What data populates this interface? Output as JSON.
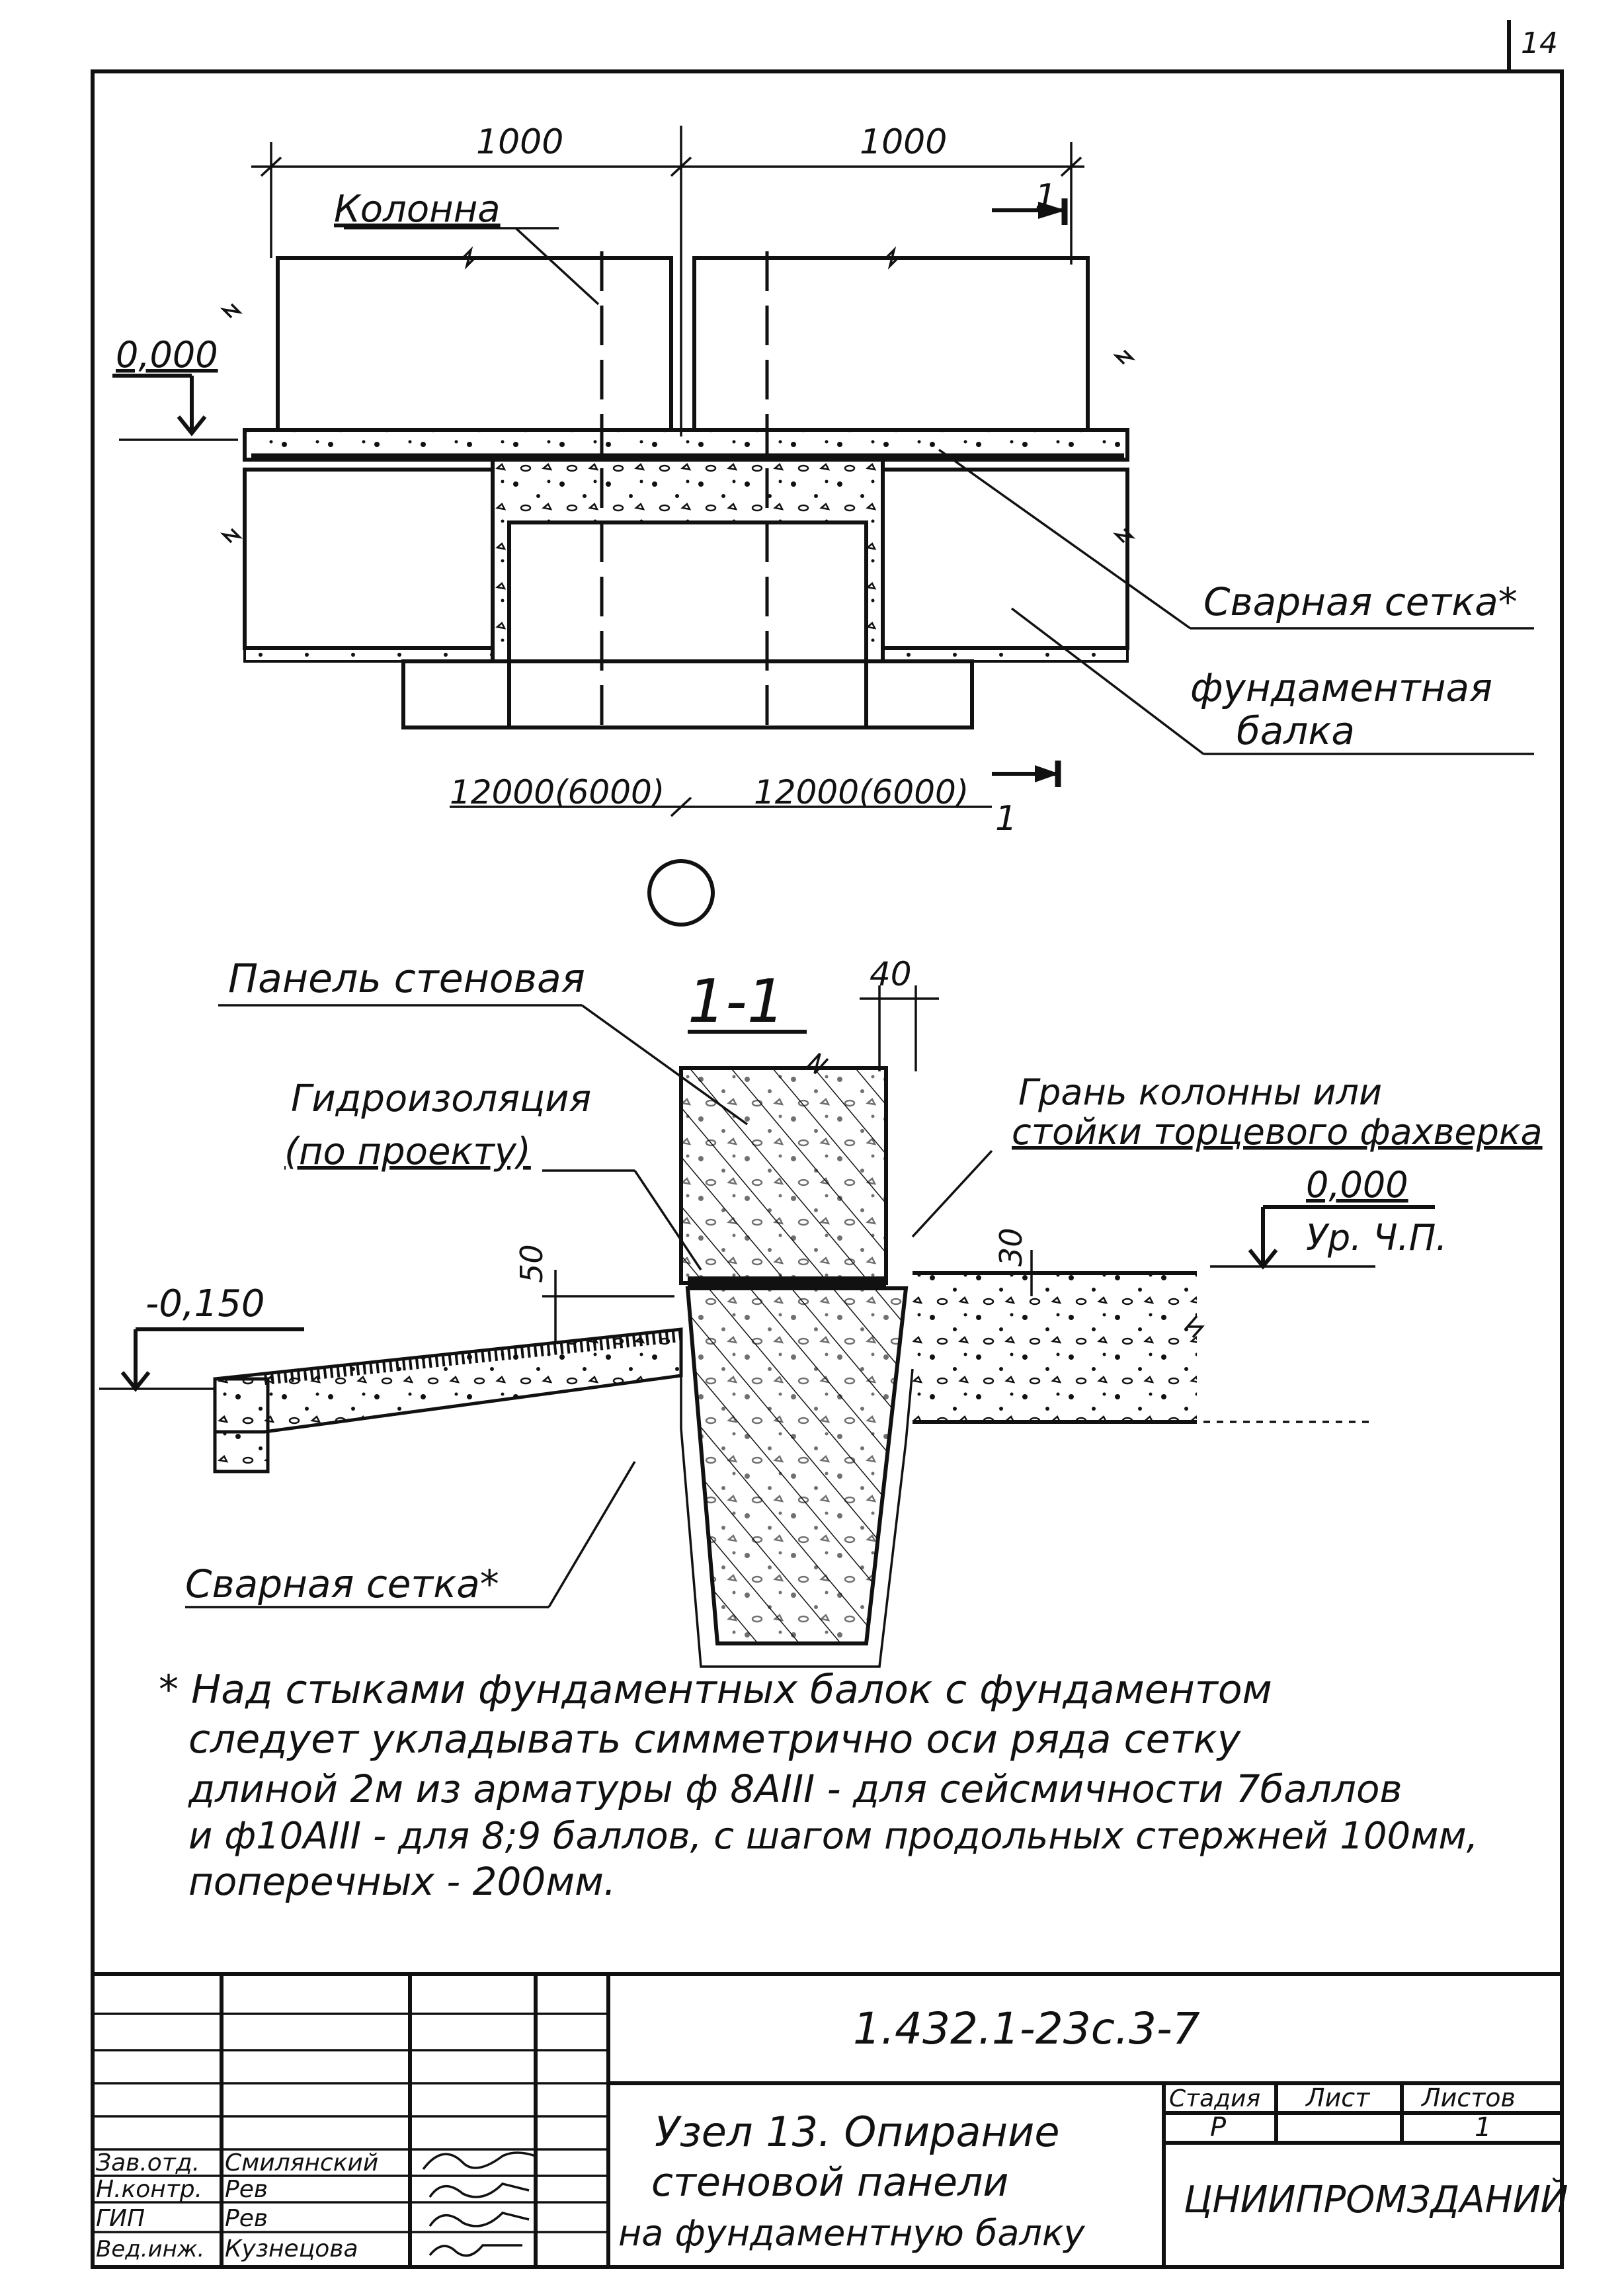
{
  "page_number": "14",
  "plan": {
    "dim_left": "1000",
    "dim_right": "1000",
    "label_column": "Колонна",
    "level_zero": "0,000",
    "label_welded_mesh": "Сварная сетка*",
    "label_foundation_beam_line1": "фундаментная",
    "label_foundation_beam_line2": "балка",
    "span_left": "12000(6000)",
    "span_right": "12000(6000)",
    "section_mark_top": "1",
    "section_mark_bottom": "1"
  },
  "section": {
    "title": "1-1",
    "label_wall_panel": "Панель стеновая",
    "dim_gap": "40",
    "label_waterproofing_line1": "Гидроизоляция",
    "label_waterproofing_line2": "(по проекту)",
    "label_column_face_line1": "Грань колонны или",
    "label_column_face_line2": "стойки торцевого фахверка",
    "level_zero": "0,000",
    "level_floor": "Ур. Ч.П.",
    "dim_30": "30",
    "dim_50": "50",
    "level_minus": "-0,150",
    "label_welded_mesh": "Сварная сетка*"
  },
  "note": {
    "lines": [
      "* Над стыками фундаментных балок с фундаментом",
      "следует укладывать симметрично оси ряда сетку",
      "длиной 2м из арматуры ф 8АIII - для сейсмичности 7баллов",
      "и ф10АIII - для 8;9 баллов, с шагом продольных стержней 100мм,",
      "поперечных - 200мм."
    ]
  },
  "title_block": {
    "doc_code": "1.432.1-23с.3-7",
    "title_line1": "Узел 13. Опирание",
    "title_line2": "стеновой панели",
    "title_line3": "на фундаментную балку",
    "head_stage": "Стадия",
    "head_sheet": "Лист",
    "head_sheets": "Листов",
    "stage": "Р",
    "sheet": "",
    "sheets": "1",
    "organization": "ЦНИИПРОМЗДАНИЙ",
    "signatures": [
      {
        "role": "Зав.отд.",
        "name": "Смилянский"
      },
      {
        "role": "Н.контр.",
        "name": "Рев"
      },
      {
        "role": "ГИП",
        "name": "Рев"
      },
      {
        "role": "Вед.инж.",
        "name": "Кузнецова"
      }
    ]
  }
}
